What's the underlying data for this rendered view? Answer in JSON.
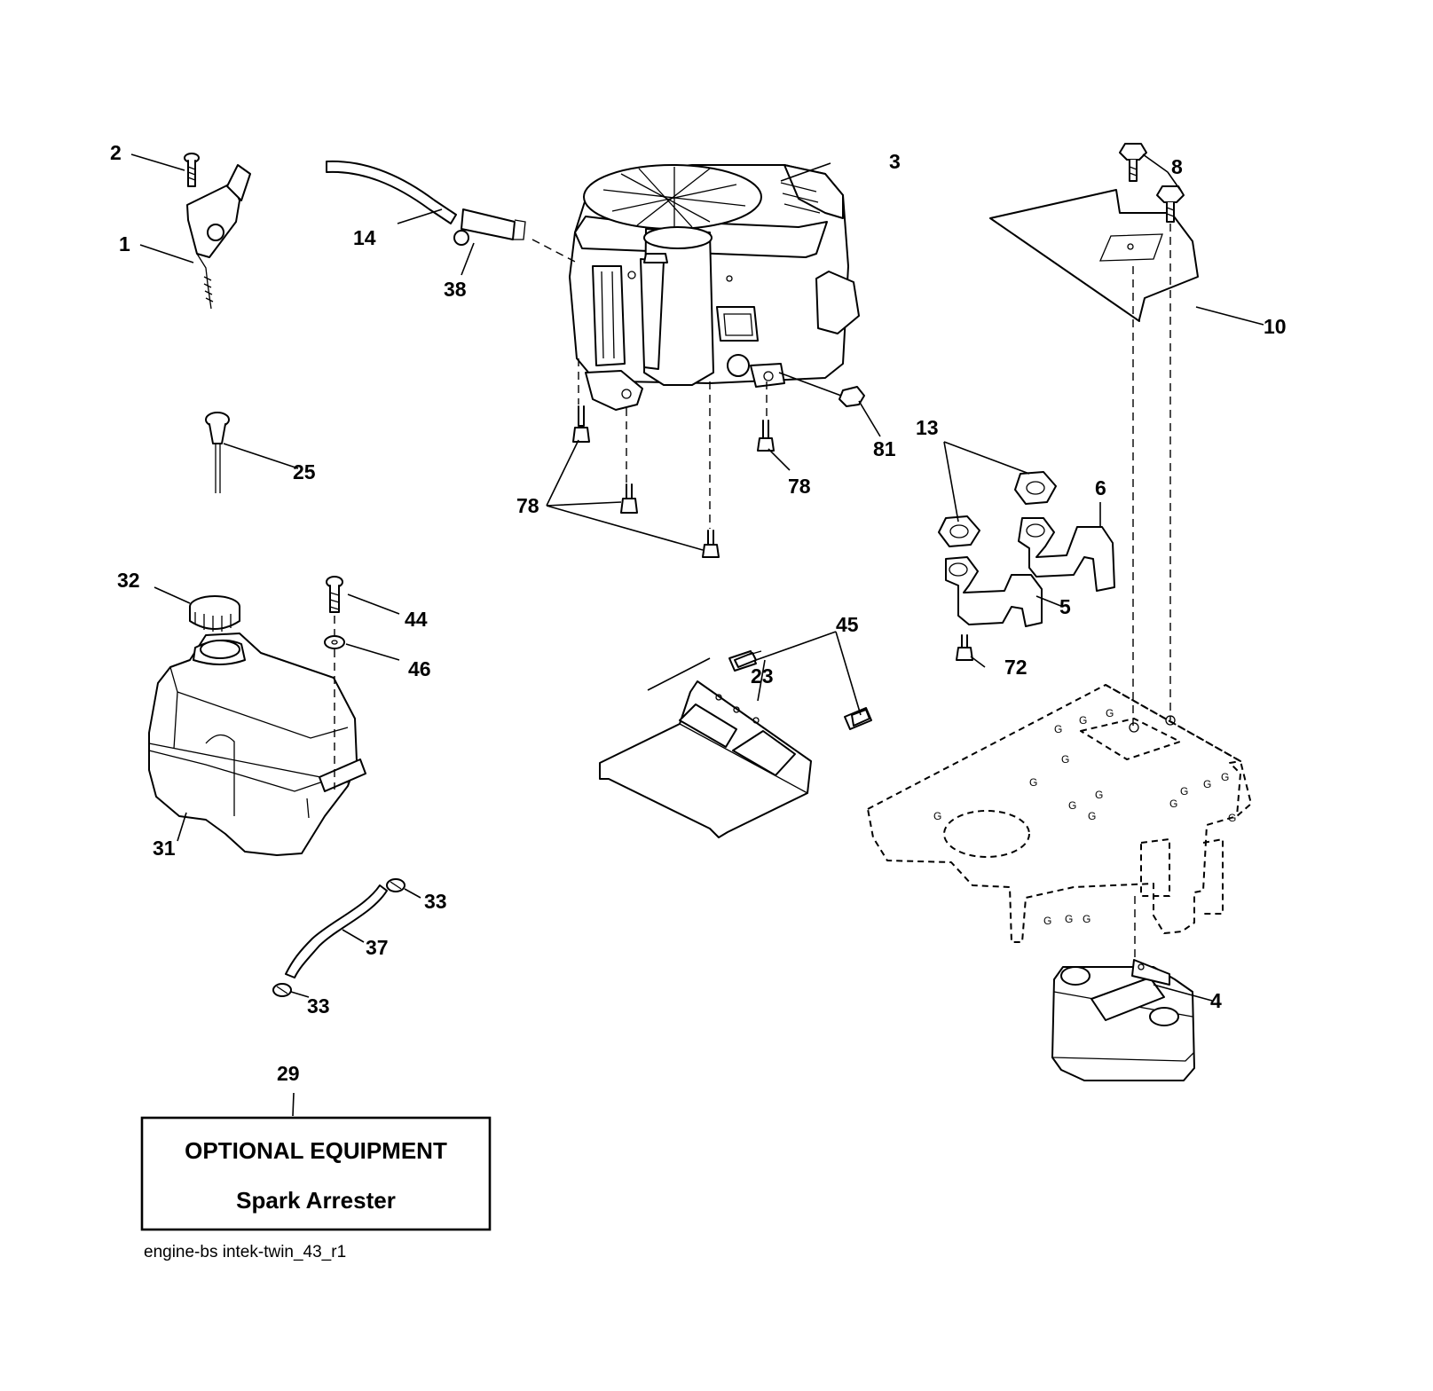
{
  "callouts": [
    {
      "id": "c1",
      "label": "1"
    },
    {
      "id": "c2",
      "label": "2"
    },
    {
      "id": "c3",
      "label": "3"
    },
    {
      "id": "c4",
      "label": "4"
    },
    {
      "id": "c5",
      "label": "5"
    },
    {
      "id": "c6",
      "label": "6"
    },
    {
      "id": "c8",
      "label": "8"
    },
    {
      "id": "c10",
      "label": "10"
    },
    {
      "id": "c13",
      "label": "13"
    },
    {
      "id": "c14",
      "label": "14"
    },
    {
      "id": "c23",
      "label": "23"
    },
    {
      "id": "c25",
      "label": "25"
    },
    {
      "id": "c29",
      "label": "29"
    },
    {
      "id": "c31",
      "label": "31"
    },
    {
      "id": "c32",
      "label": "32"
    },
    {
      "id": "c33a",
      "label": "33"
    },
    {
      "id": "c33b",
      "label": "33"
    },
    {
      "id": "c37",
      "label": "37"
    },
    {
      "id": "c38",
      "label": "38"
    },
    {
      "id": "c44",
      "label": "44"
    },
    {
      "id": "c45",
      "label": "45"
    },
    {
      "id": "c46",
      "label": "46"
    },
    {
      "id": "c72",
      "label": "72"
    },
    {
      "id": "c78a",
      "label": "78"
    },
    {
      "id": "c78b",
      "label": "78"
    },
    {
      "id": "c81",
      "label": "81"
    }
  ],
  "optional_box": {
    "title": "OPTIONAL EQUIPMENT",
    "subtitle": "Spark Arrester"
  },
  "footer_code": "engine-bs intek-twin_43_r1"
}
